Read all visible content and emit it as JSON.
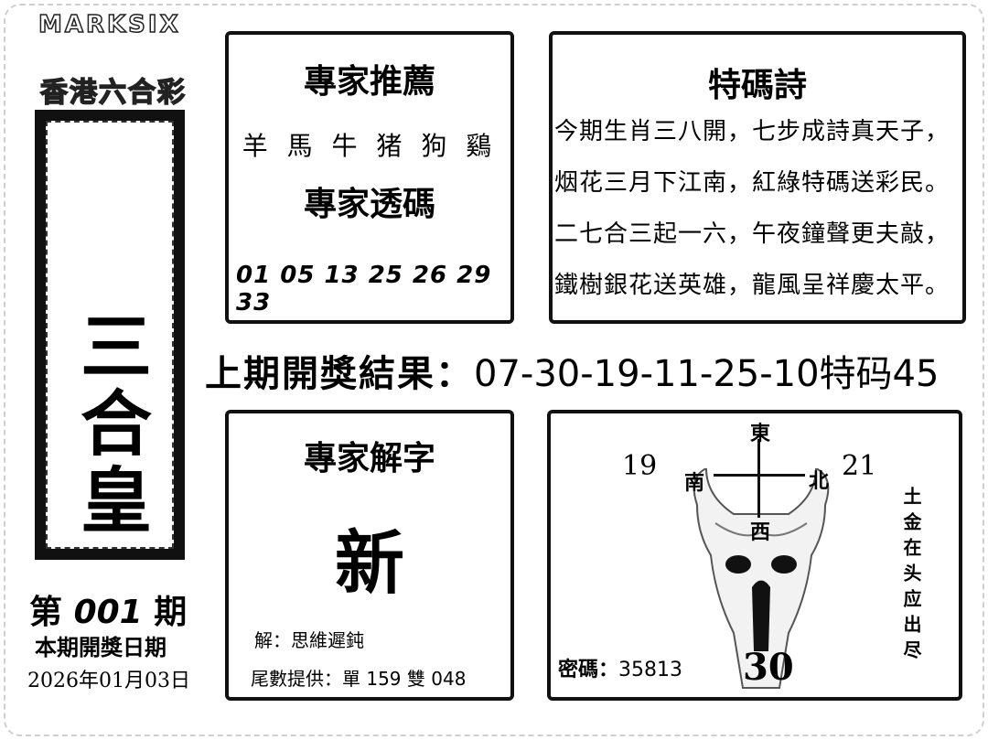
{
  "brand": "MARKSIX",
  "sub_brand": "香港六合彩",
  "banner_title": "三合皇",
  "issue": {
    "prefix": "第",
    "number": "001",
    "suffix": "期"
  },
  "draw_date_label": "本期開獎日期",
  "draw_date": "2026年01月03日",
  "recommend": {
    "title": "專家推薦",
    "zodiac": "羊 馬 牛 猪 狗 鷄",
    "title2": "專家透碼",
    "numbers": "01 05 13 25 26 29 33"
  },
  "poem": {
    "title": "特碼詩",
    "lines": [
      "今期生肖三八開，七步成詩真天子，",
      "烟花三月下江南，紅綠特碼送彩民。",
      "二七合三起一六，午夜鐘聲更夫敲，",
      "鐵樹銀花送英雄，龍風呈祥慶太平。"
    ]
  },
  "last_result": {
    "label": "上期開獎結果：",
    "value": "07-30-19-11-25-10特码45"
  },
  "decode": {
    "title": "專家解字",
    "character": "新",
    "explain": "解：思維遲鈍",
    "tails": "尾數提供：單 159 雙 048"
  },
  "compass": {
    "east": "東",
    "south": "南",
    "north": "北",
    "west": "西",
    "left_number": "19",
    "right_number": "21",
    "vertical_text": "土金在头应出尽",
    "password_label": "密碼：",
    "password_value": "35813",
    "big_number": "30"
  }
}
